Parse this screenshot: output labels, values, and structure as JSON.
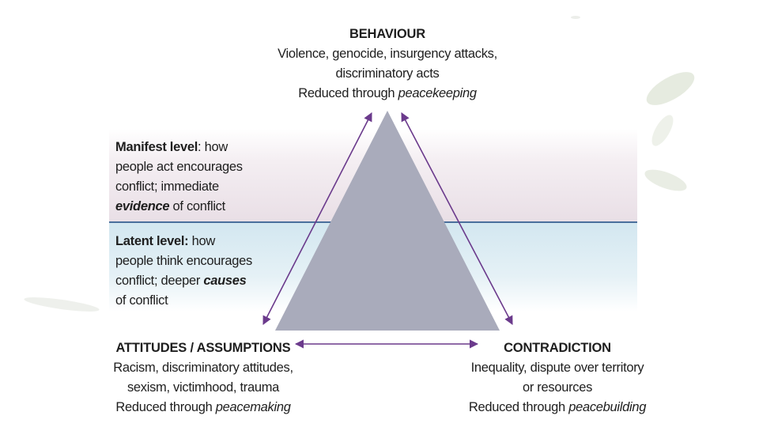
{
  "colors": {
    "triangle": "#a9abbb",
    "arrow": "#6b3a8c",
    "divider": "#4a6f9c",
    "manifest_band": "#e9dfe6",
    "latent_band": "#d3e7f0",
    "text": "#1e1e1e"
  },
  "behaviour": {
    "title": "BEHAVIOUR",
    "line1": "Violence, genocide, insurgency attacks,",
    "line2": "discriminatory acts",
    "reduce_prefix": "Reduced through ",
    "reduce_term": "peacekeeping"
  },
  "manifest": {
    "label": "Manifest level",
    "label_rest": ": how",
    "line2": "people act encourages",
    "line3": "conflict; immediate",
    "line4_em": "evidence",
    "line4_rest": " of conflict"
  },
  "latent": {
    "label": "Latent level:",
    "label_rest": " how",
    "line2": "people think encourages",
    "line3_pre": "conflict; deeper ",
    "line3_em": "causes",
    "line4": "of conflict"
  },
  "attitudes": {
    "title": "ATTITUDES / ASSUMPTIONS",
    "line1": "Racism, discriminatory attitudes,",
    "line2": "sexism, victimhood, trauma",
    "reduce_prefix": "Reduced through ",
    "reduce_term": "peacemaking"
  },
  "contradiction": {
    "title": "CONTRADICTION",
    "line1": "Inequality, dispute over territory",
    "line2": "or resources",
    "reduce_prefix": "Reduced through ",
    "reduce_term": "peacebuilding"
  }
}
